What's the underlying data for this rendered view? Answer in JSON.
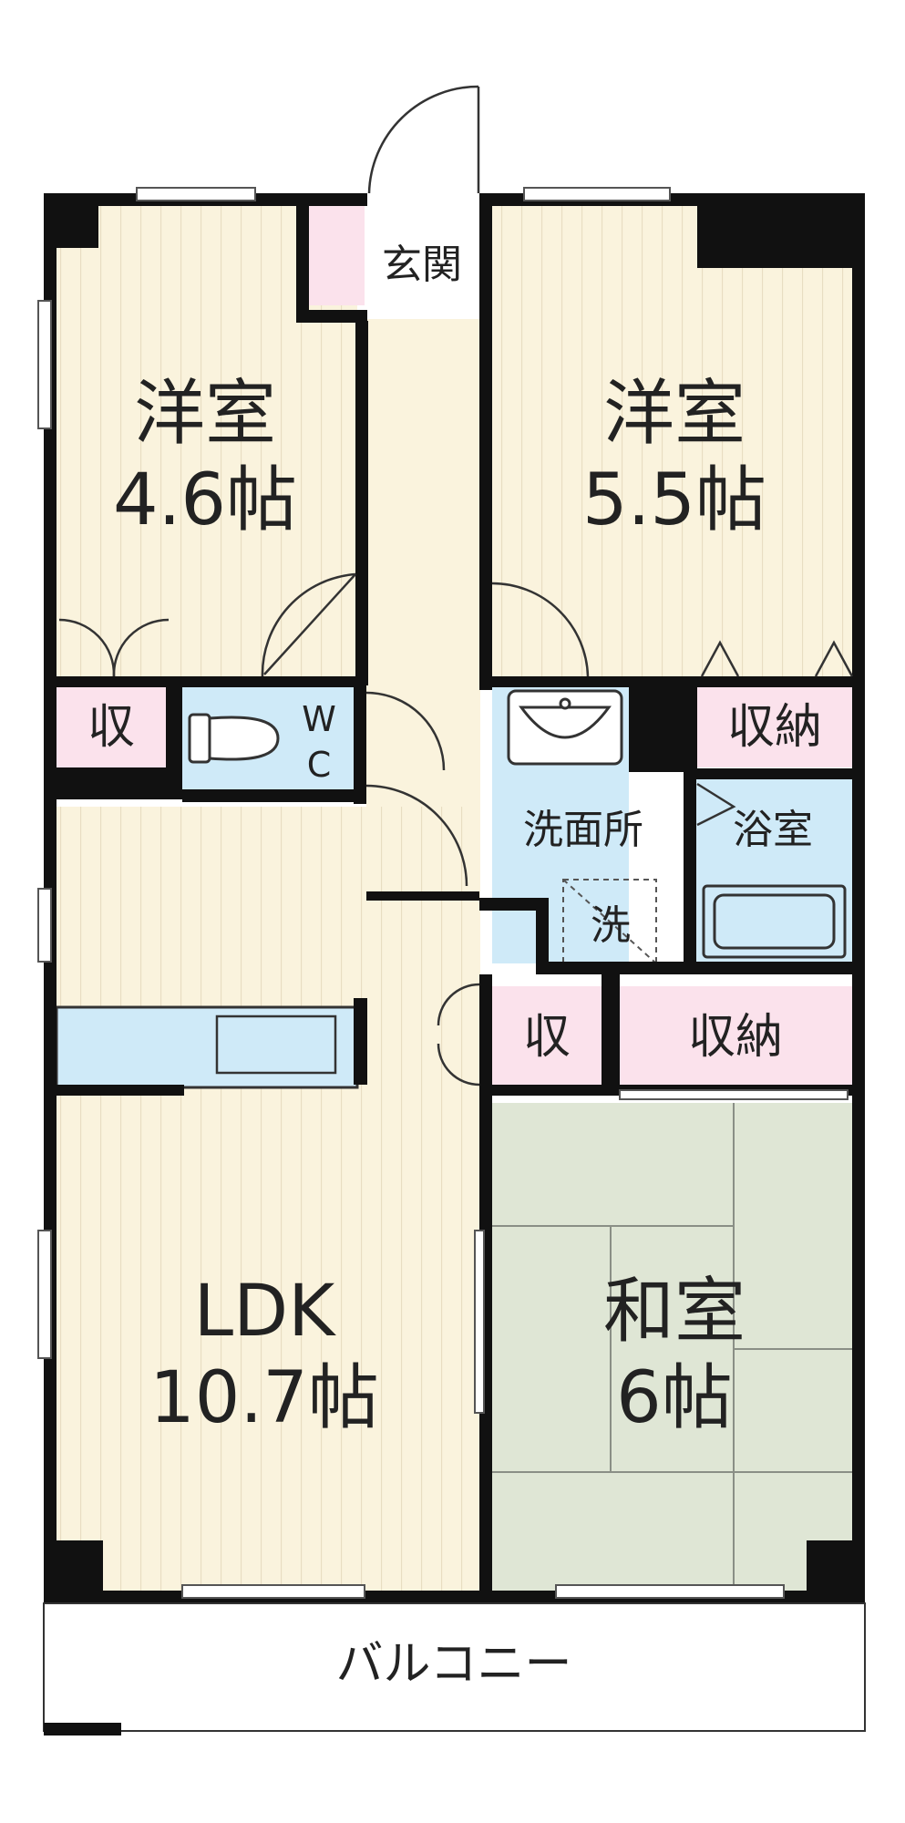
{
  "rooms": {
    "western_left": {
      "name": "洋室",
      "size": "4.6帖"
    },
    "western_right": {
      "name": "洋室",
      "size": "5.5帖"
    },
    "ldk": {
      "name": "LDK",
      "size": "10.7帖"
    },
    "japanese": {
      "name": "和室",
      "size": "6帖"
    },
    "entrance": "玄関",
    "toilet_w": "W",
    "toilet_c": "C",
    "washroom": "洗面所",
    "bath": "浴室",
    "washer": "洗",
    "storage_left": "収",
    "storage_right": "収納",
    "storage_mid_small": "収",
    "storage_mid_large": "収納",
    "balcony": "バルコニー"
  },
  "colors": {
    "wall": "#111111",
    "western_floor": "#faf3dd",
    "floor_line": "#e7dcc0",
    "storage": "#fbe2ec",
    "wet_area": "#cfeaf8",
    "tatami": "#dfe6d5",
    "balcony": "#ffffff"
  }
}
